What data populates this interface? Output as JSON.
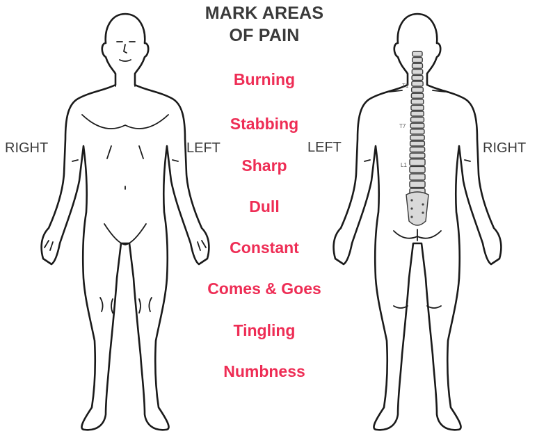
{
  "header": {
    "title_line1": "MARK AREAS",
    "title_line2": "OF PAIN"
  },
  "labels": {
    "front_right": "RIGHT",
    "front_left": "LEFT",
    "back_left": "LEFT",
    "back_right": "RIGHT"
  },
  "pain_types": [
    "Burning",
    "Stabbing",
    "Sharp",
    "Dull",
    "Constant",
    "Comes & Goes",
    "Tingling",
    "Numbness"
  ],
  "spine_labels": {
    "t1": "T1",
    "t7": "T7",
    "l1": "L1"
  },
  "colors": {
    "pain_text": "#ee2d55",
    "label_text": "#3a3a3a",
    "outline": "#1a1a1a"
  }
}
